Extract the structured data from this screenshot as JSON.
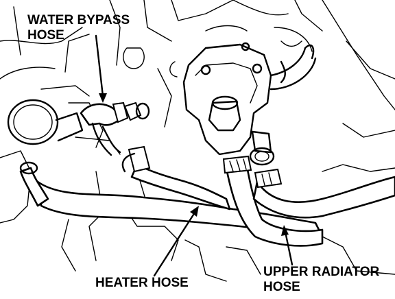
{
  "labels": {
    "water_bypass_hose": [
      "WATER BYPASS",
      "HOSE"
    ],
    "heater_hose": "HEATER HOSE",
    "upper_radiator_hose": [
      "UPPER RADIATOR",
      "HOSE"
    ]
  },
  "colors": {
    "ink": "#000000",
    "paper": "#ffffff"
  }
}
